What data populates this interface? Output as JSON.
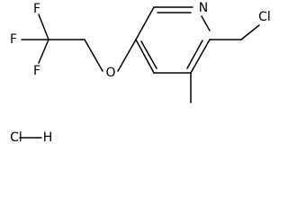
{
  "molecule": {
    "atoms": {
      "n": "N",
      "o": "O",
      "f1": "F",
      "f2": "F",
      "f3": "F",
      "cl_side": "Cl",
      "hcl": "ClH"
    }
  },
  "colors": {
    "bond": "#000000",
    "text": "#000000",
    "background": "#ffffff"
  }
}
